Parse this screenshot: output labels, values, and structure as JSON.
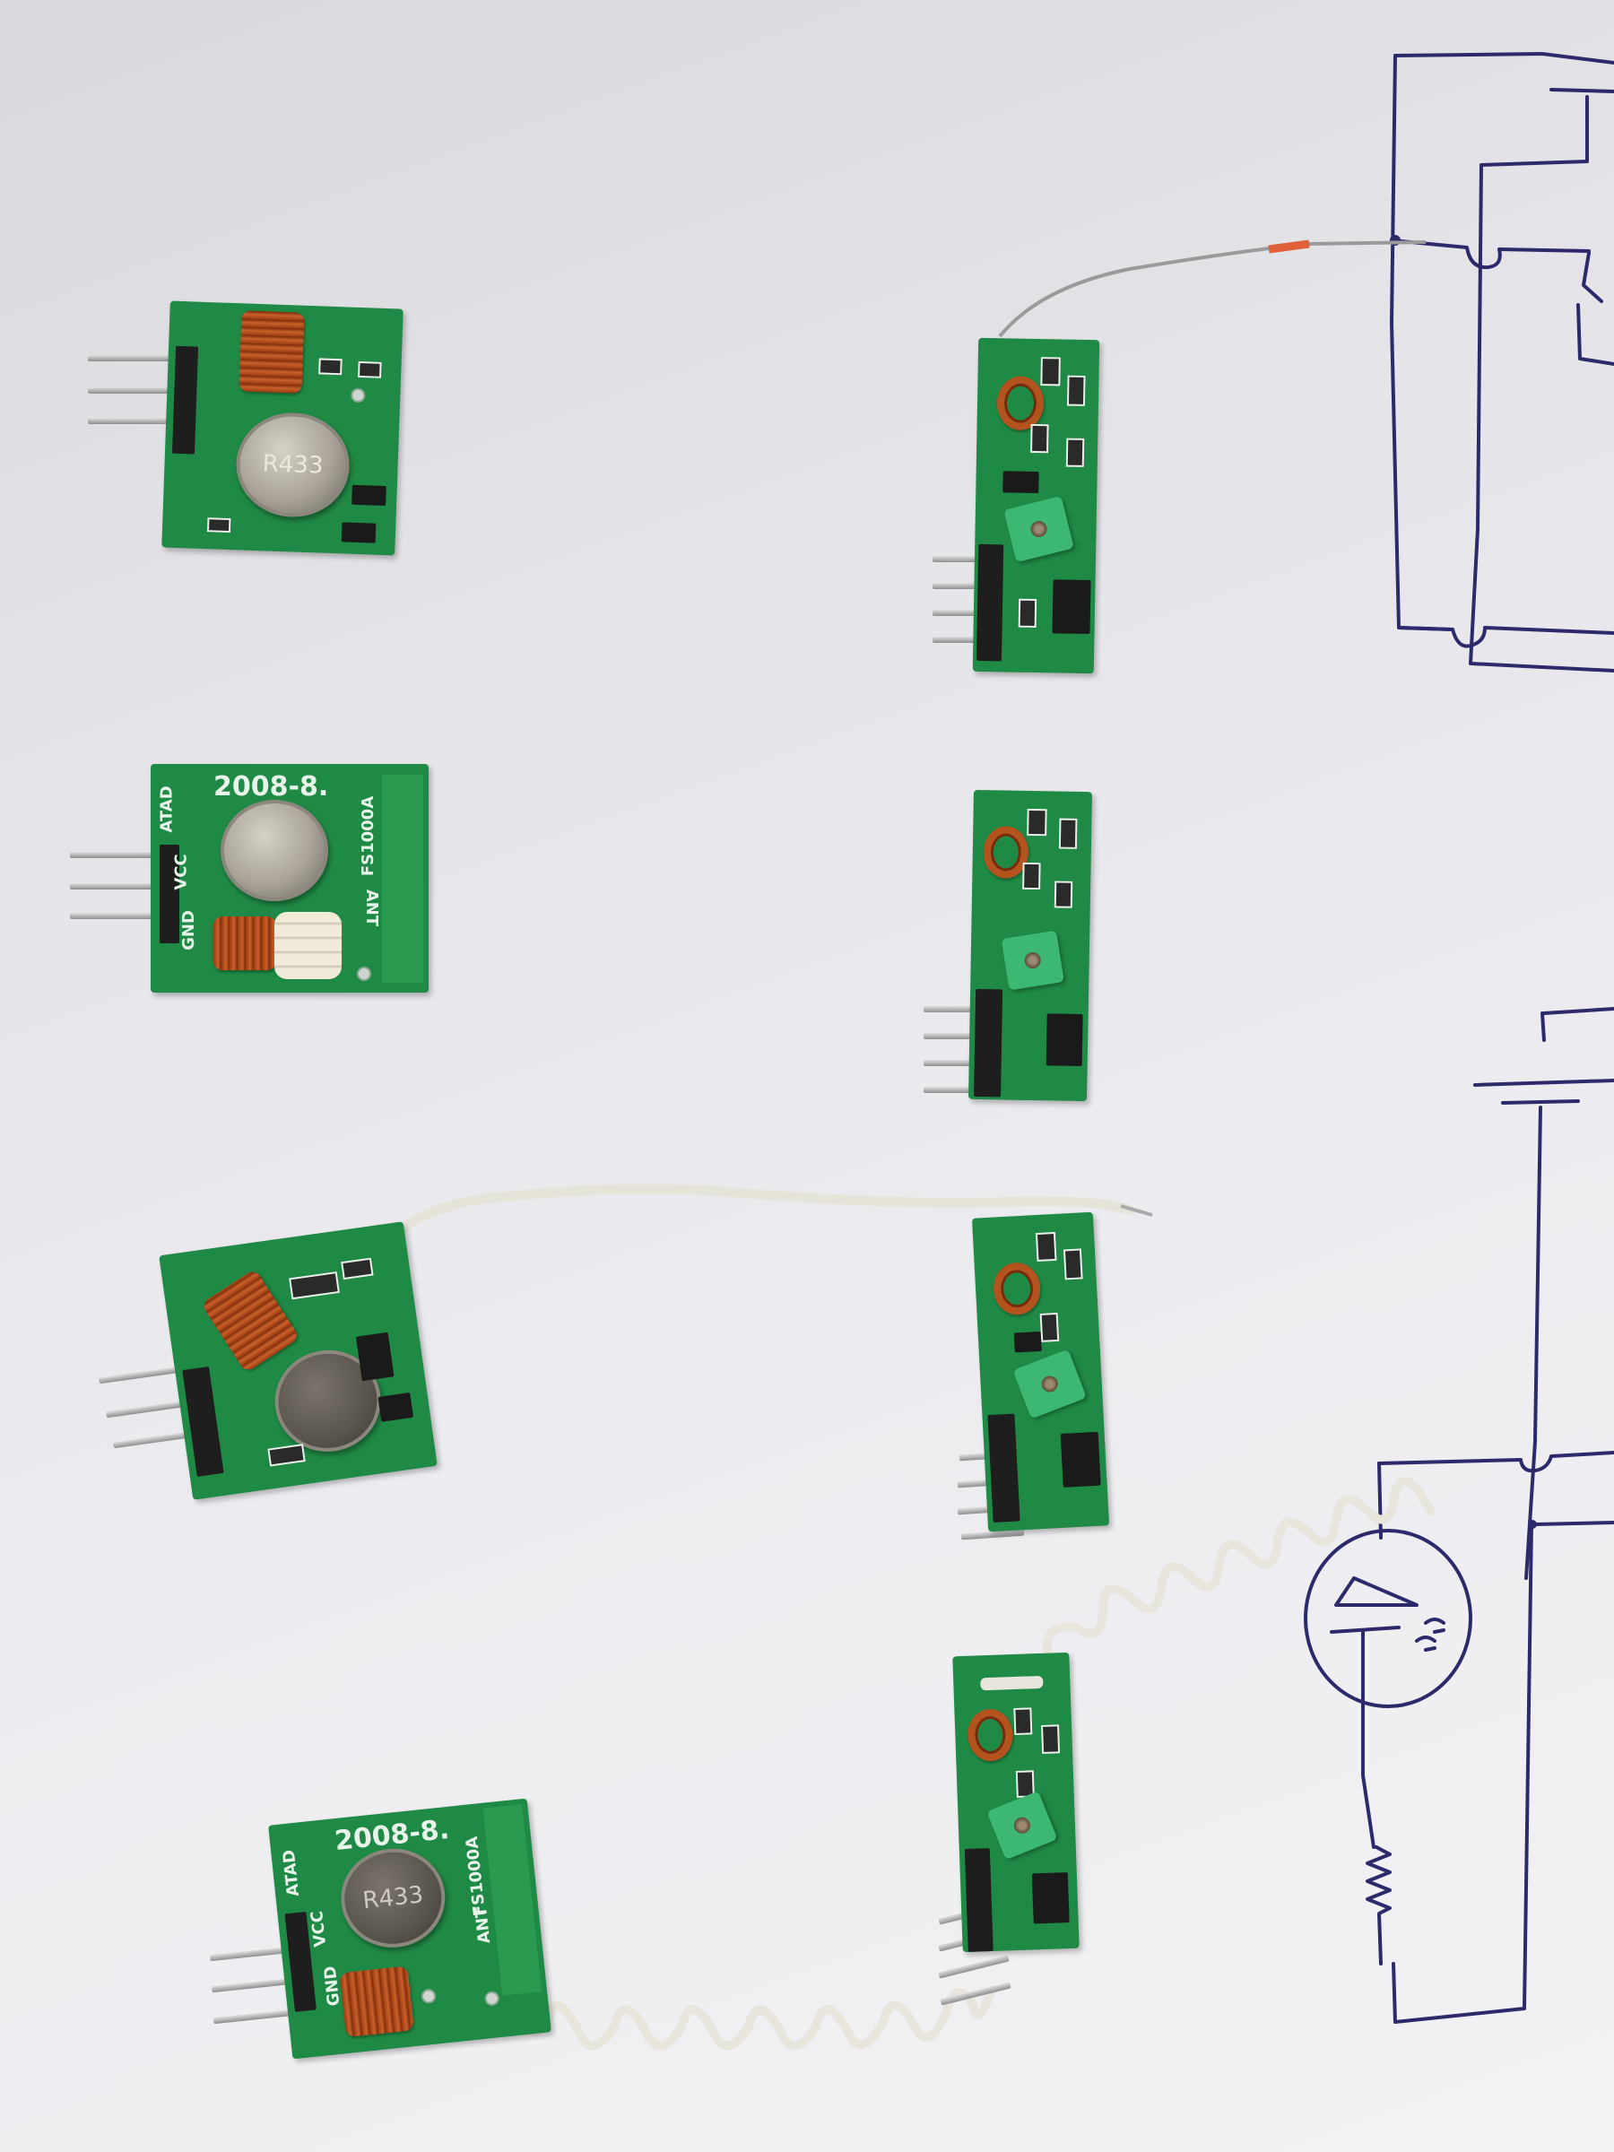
{
  "scene": {
    "description": "Four pairs of 433 MHz RF transmitter and receiver modules on white paper next to a hand-drawn circuit schematic",
    "background_color": "#e8e8ec",
    "pcb_color": "#1f8a45",
    "ink_color": "#2c2a6b"
  },
  "transmitters": [
    {
      "id": "tx1",
      "can_label": "R433",
      "variant": "square-coil"
    },
    {
      "id": "tx2",
      "date_code": "2008-8.",
      "model": "FS1000A",
      "pins": [
        "ATAD",
        "VCC",
        "GND"
      ],
      "ant_label": "ANT"
    },
    {
      "id": "tx3",
      "can_label": "",
      "variant": "square-coil-wire-antenna"
    },
    {
      "id": "tx4",
      "date_code": "2008-8.",
      "model": "FS1000A",
      "can_label": "R433",
      "pins": [
        "ATAD",
        "VCC",
        "GND"
      ],
      "ant_label": "ANT"
    }
  ],
  "receivers": [
    {
      "id": "rx1",
      "antenna": "thin straight wire with red marker"
    },
    {
      "id": "rx2",
      "antenna": "none"
    },
    {
      "id": "rx3",
      "antenna": "white insulated wire"
    },
    {
      "id": "rx4",
      "antenna": "white spiral coil"
    }
  ],
  "schematic": {
    "components": [
      "wires with crossover hops",
      "battery/capacitor symbol",
      "photodiode in circle",
      "resistor"
    ]
  }
}
